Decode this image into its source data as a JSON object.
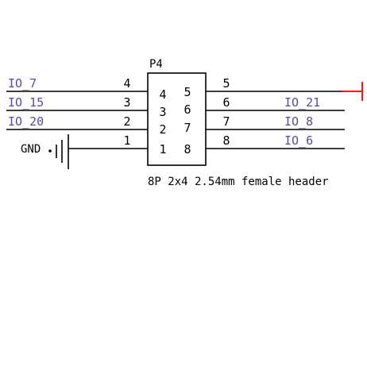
{
  "component": {
    "designator": "P4",
    "description": "8P 2x4 2.54mm female header",
    "inner_pins": {
      "left": [
        "4",
        "3",
        "2",
        "1"
      ],
      "right": [
        "5",
        "6",
        "7",
        "8"
      ]
    }
  },
  "left_pins": [
    {
      "pin": "4",
      "net": "IO_7"
    },
    {
      "pin": "3",
      "net": "IO_15"
    },
    {
      "pin": "2",
      "net": "IO_20"
    },
    {
      "pin": "1",
      "net": "GND"
    }
  ],
  "right_pins": [
    {
      "pin": "5",
      "net": ""
    },
    {
      "pin": "6",
      "net": "IO_21"
    },
    {
      "pin": "7",
      "net": "IO_8"
    },
    {
      "pin": "8",
      "net": "IO_6"
    }
  ],
  "colors": {
    "wire": "#000000",
    "net_label": "#5a4d9a",
    "no_connect": "#e02020",
    "background": "#ffffff"
  }
}
